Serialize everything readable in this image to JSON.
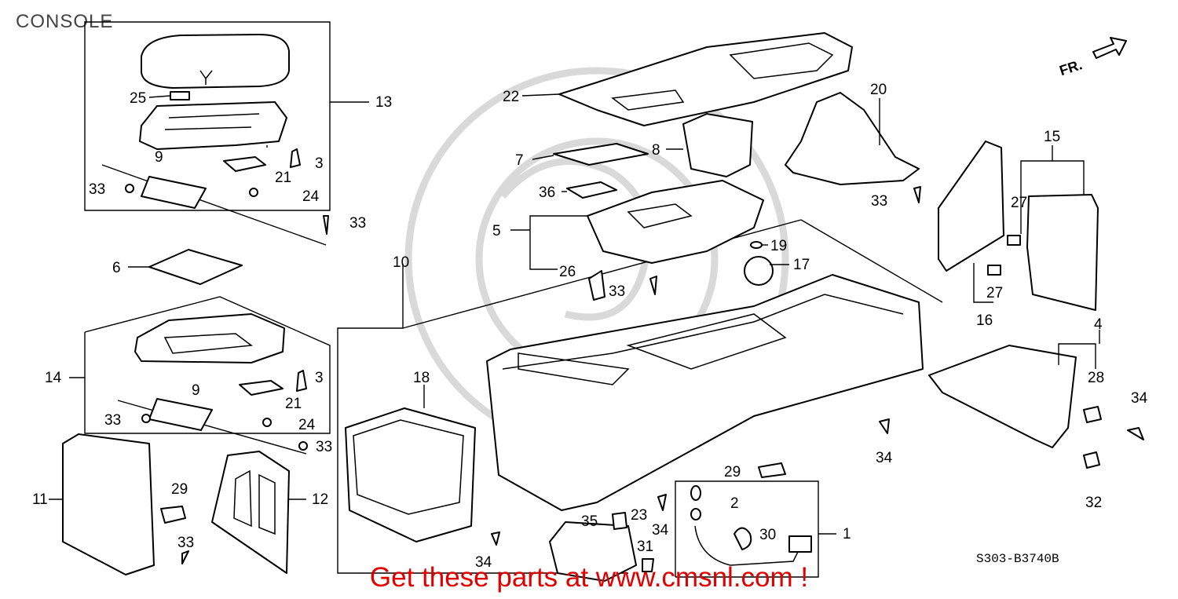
{
  "header": {
    "title": "CONSOLE"
  },
  "direction_marker": {
    "text": "FR."
  },
  "drawing_code": "S303-B3740B",
  "promo_text": "Get these parts at www.cmsnl.com !",
  "callouts": {
    "c1": "1",
    "c2": "2",
    "c3a": "3",
    "c3b": "3",
    "c4": "4",
    "c5": "5",
    "c6": "6",
    "c7": "7",
    "c8": "8",
    "c9a": "9",
    "c9b": "9",
    "c10": "10",
    "c11": "11",
    "c12": "12",
    "c13": "13",
    "c14": "14",
    "c15": "15",
    "c16": "16",
    "c17": "17",
    "c18": "18",
    "c19": "19",
    "c20": "20",
    "c21a": "21",
    "c21b": "21",
    "c22": "22",
    "c23": "23",
    "c24a": "24",
    "c24b": "24",
    "c25": "25",
    "c26": "26",
    "c27a": "27",
    "c27b": "27",
    "c28": "28",
    "c29a": "29",
    "c29b": "29",
    "c30": "30",
    "c31": "31",
    "c32": "32",
    "c33a": "33",
    "c33b": "33",
    "c33c": "33",
    "c33d": "33",
    "c33e": "33",
    "c33f": "33",
    "c33g": "33",
    "c34a": "34",
    "c34b": "34",
    "c34c": "34",
    "c34d": "34",
    "c35": "35",
    "c36": "36"
  }
}
